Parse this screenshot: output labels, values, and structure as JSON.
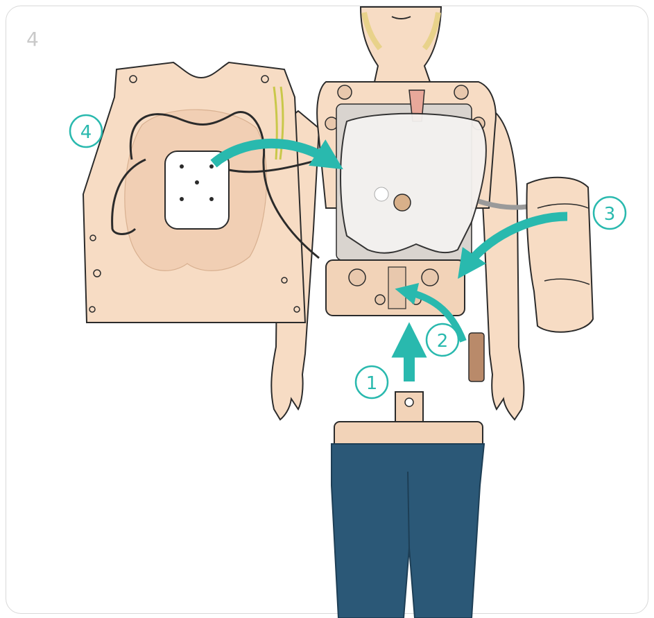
{
  "step_number": "4",
  "callouts": [
    {
      "id": "1",
      "label": "1"
    },
    {
      "id": "2",
      "label": "2"
    },
    {
      "id": "3",
      "label": "3"
    },
    {
      "id": "4",
      "label": "4"
    }
  ],
  "colors": {
    "accent": "#29b9ae",
    "skin": "#f7dcc4",
    "skin_outline": "#2b2b2b",
    "pants": "#2b5877",
    "frame": "#d9d9d9",
    "step_number": "#c9c9c9"
  }
}
